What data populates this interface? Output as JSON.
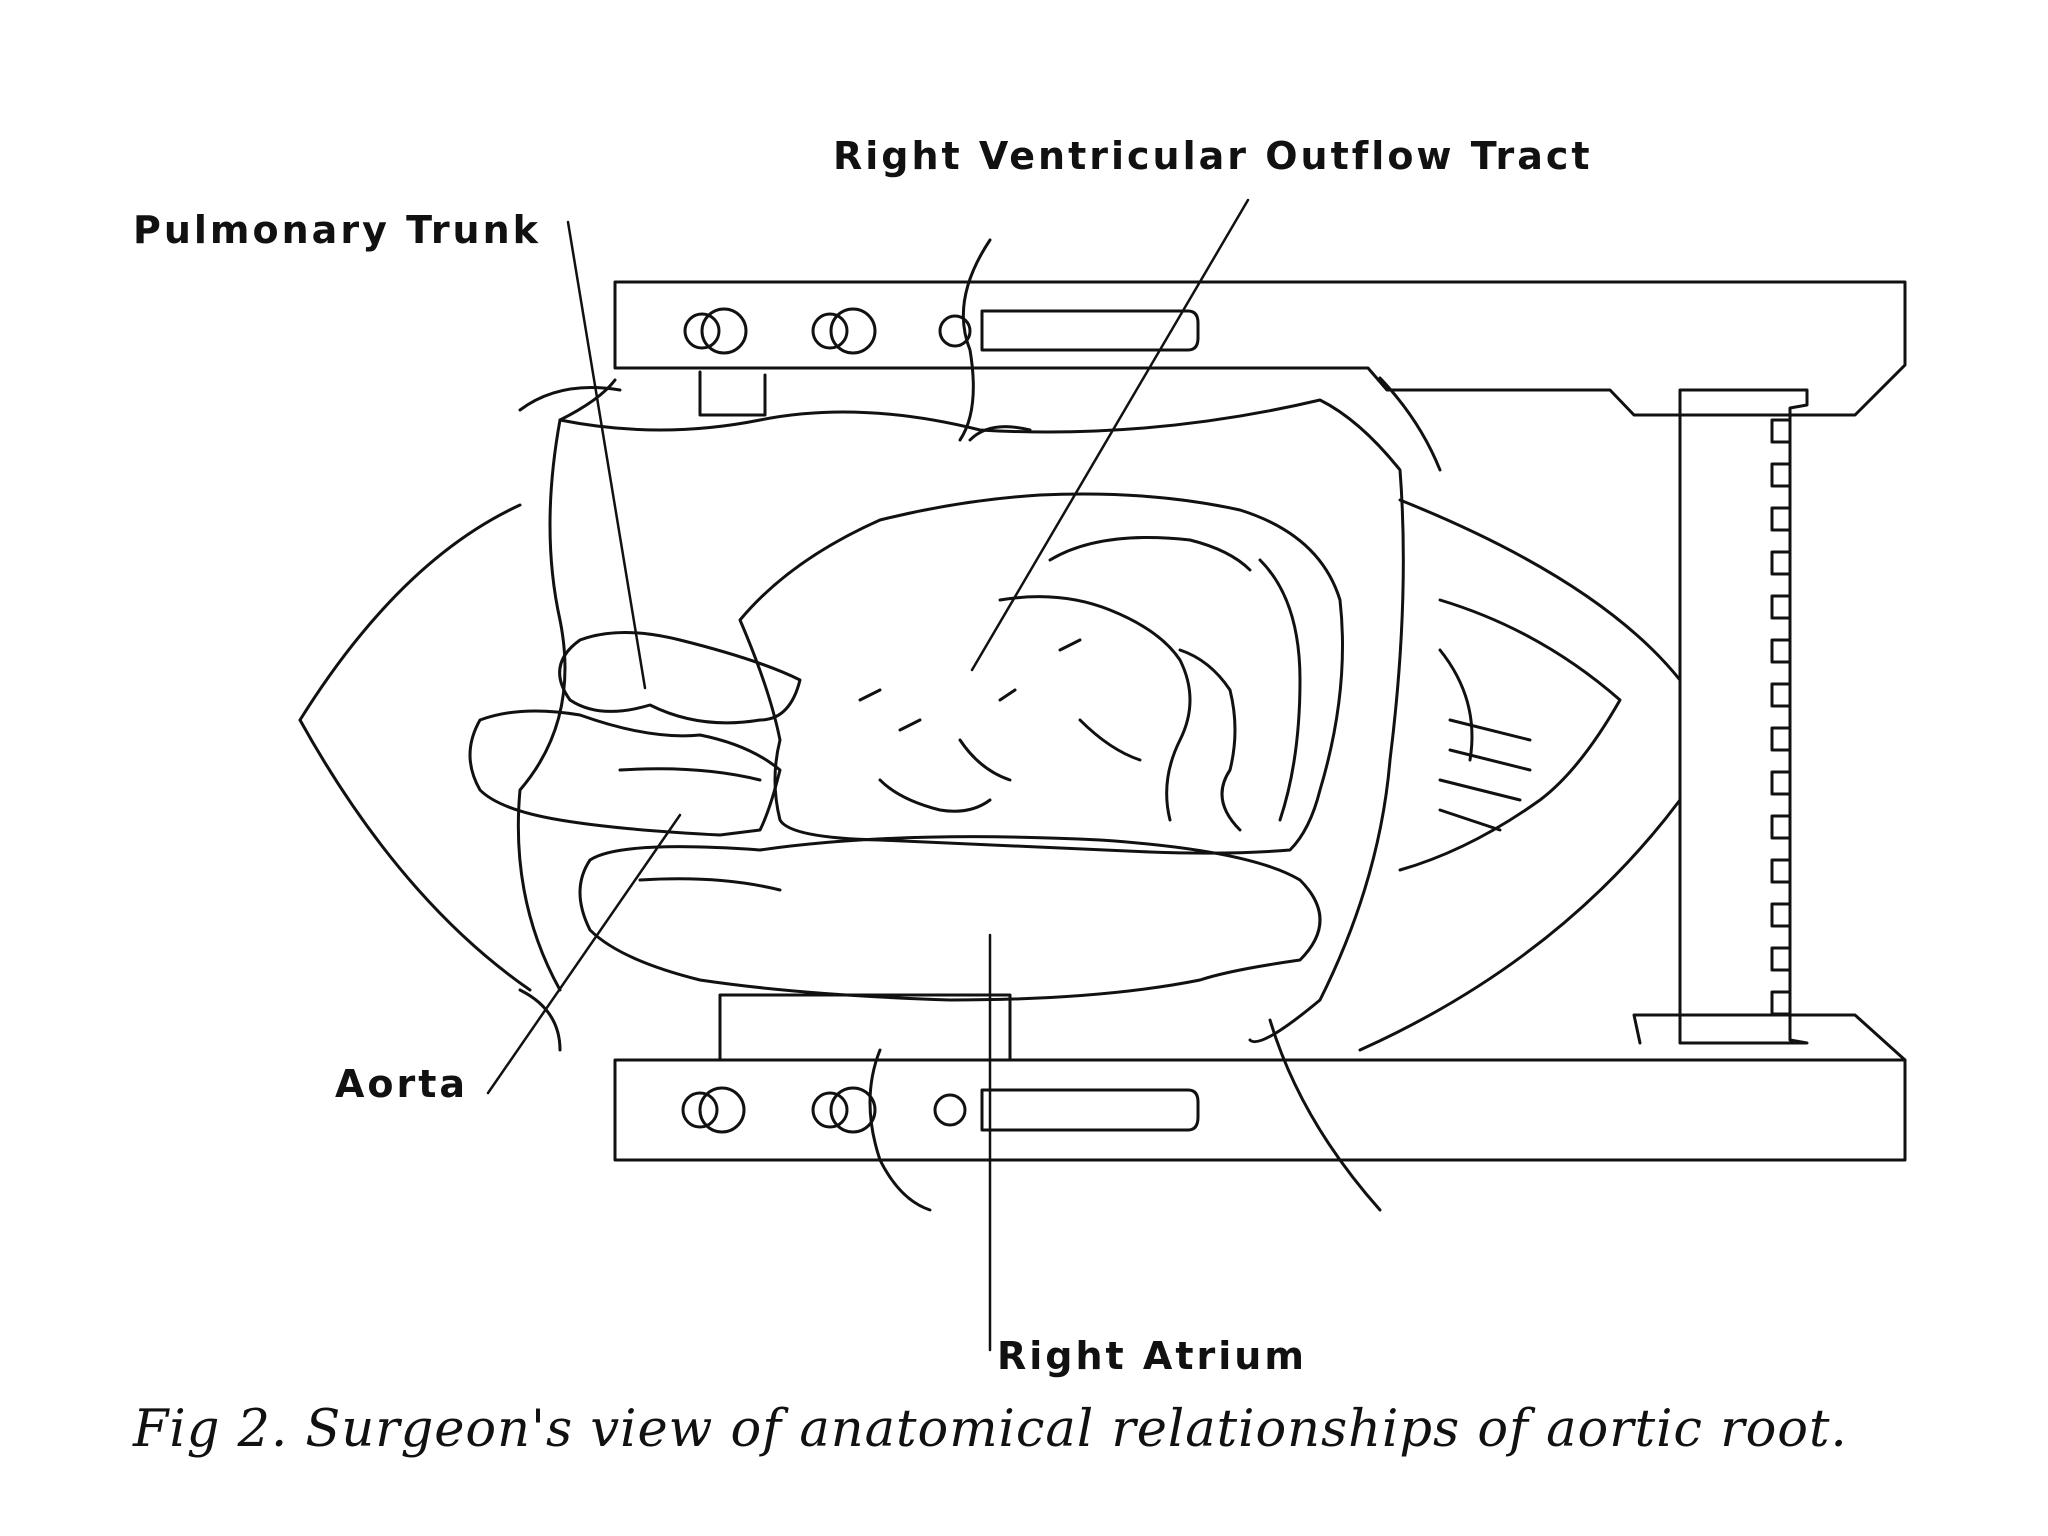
{
  "labels": {
    "pulmonary_trunk": "Pulmonary Trunk",
    "rvot": "Right Ventricular Outflow Tract",
    "aorta": "Aorta",
    "right_atrium": "Right Atrium"
  },
  "caption": "Fig 2. Surgeon's view of anatomical relationships of aortic root.",
  "colors": {
    "ink": "#111111",
    "background": "#ffffff"
  }
}
